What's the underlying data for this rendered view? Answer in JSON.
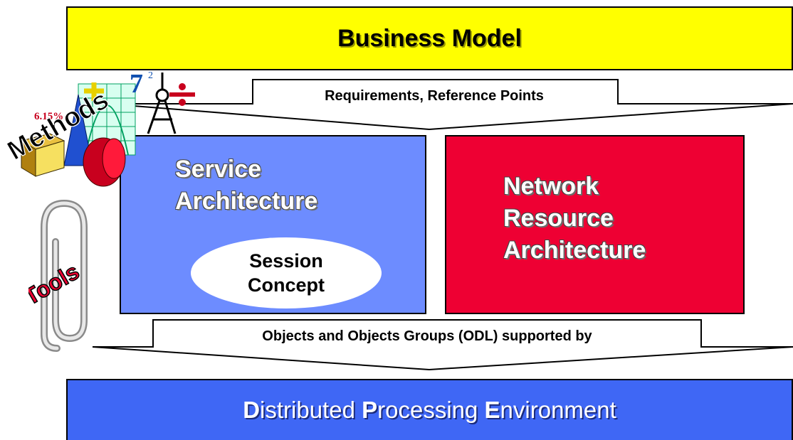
{
  "business_model": "Business Model",
  "requirements": "Requirements, Reference Points",
  "service": {
    "line1": "Service",
    "line2": "Architecture"
  },
  "session": {
    "line1": "Session",
    "line2": "Concept"
  },
  "network": {
    "line1": "Network",
    "line2": "Resource",
    "line3": "Architecture"
  },
  "objects": "Objects and Objects Groups (ODL) supported by",
  "dpe": {
    "d": "D",
    "istributed": "istributed ",
    "p": "P",
    "rocessing": "rocessing ",
    "e": "E",
    "nvironment": "nvironment"
  },
  "methods": "Methods",
  "tools": "Tools",
  "clipart_numbers": {
    "seven": "7",
    "sup": "2",
    "percent": "6.15%"
  },
  "colors": {
    "business": "#ffff00",
    "service": "#6d8cff",
    "network": "#ee0033",
    "dpe": "#3f67f5"
  }
}
